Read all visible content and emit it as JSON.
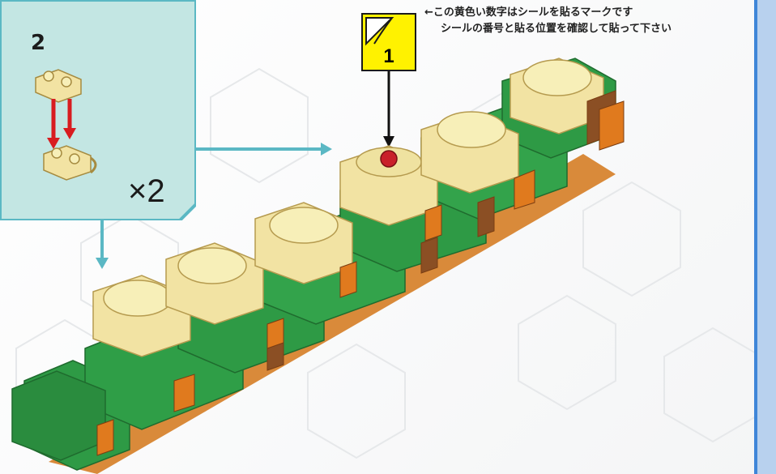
{
  "subassembly": {
    "step_number": "2",
    "multiplier": "×2"
  },
  "note": {
    "line1": "←この黄色い数字はシールを貼るマークです",
    "line2": "シールの番号と貼る位置を確認して貼って下さい"
  },
  "sticker": {
    "number": "1"
  },
  "colors": {
    "panel_fill": "#c3e6e3",
    "panel_border": "#5bb8c4",
    "sticker_yellow": "#fff200",
    "accent_blue": "#3f86d8",
    "brick_green": "#2e9a45",
    "brick_tan": "#f2e3a3",
    "brick_orange": "#e07a1e",
    "brick_brown": "#8b4f24",
    "arrow_red": "#d81c20"
  }
}
